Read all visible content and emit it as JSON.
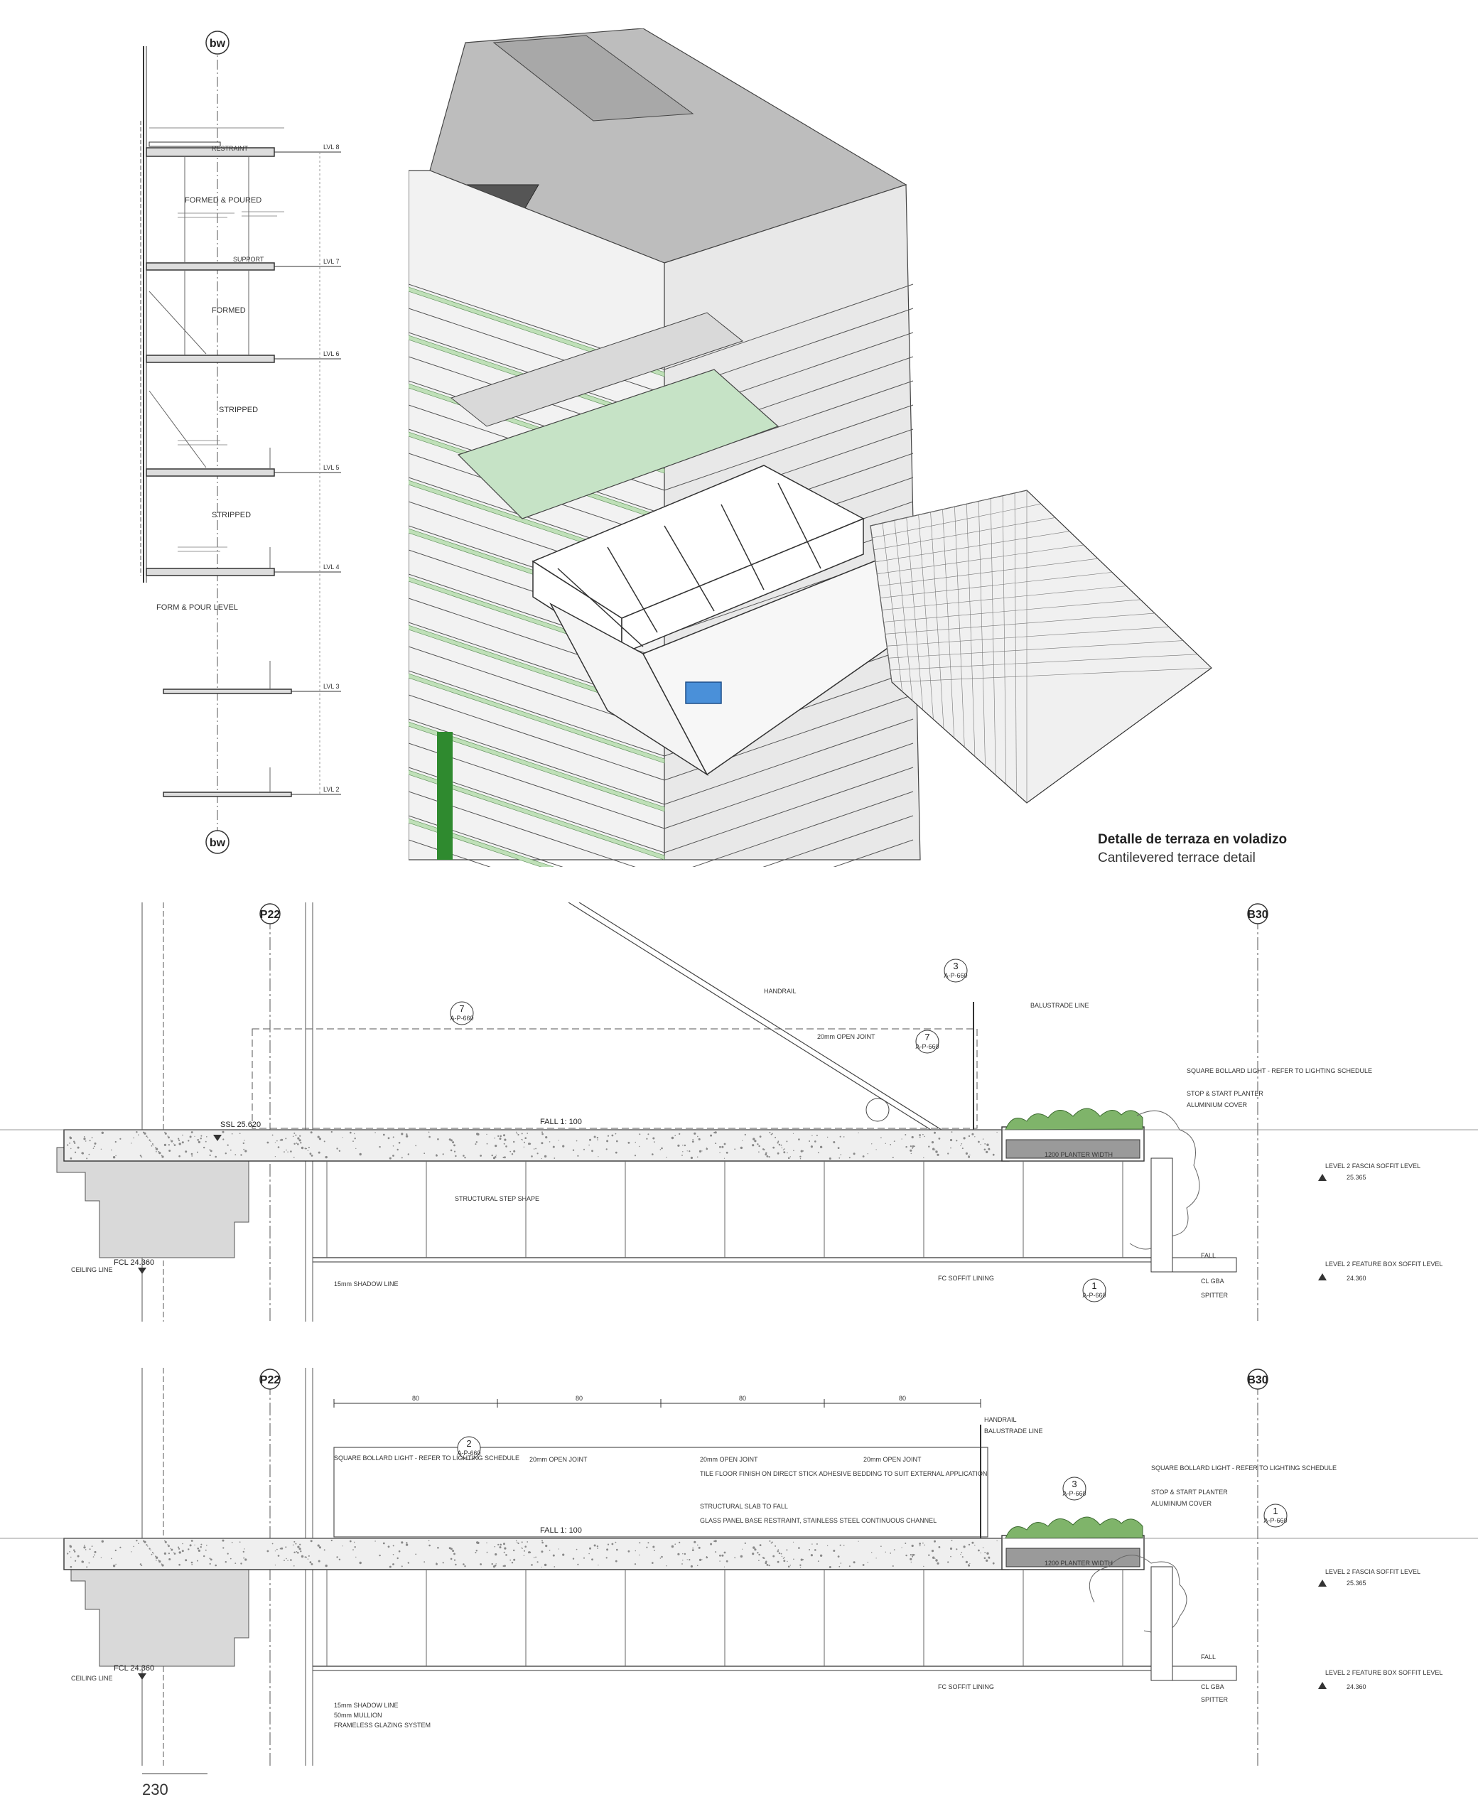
{
  "page_number": "230",
  "caption": {
    "spanish": "Detalle de terraza en voladizo",
    "english": "Cantilevered terrace detail"
  },
  "colors": {
    "line": "#333333",
    "planting_green": "#7fb46a",
    "terrace_green": "#c6e3c6",
    "pool_blue": "#4a90d9",
    "concrete_grey": "#d9d9d9"
  },
  "wall_section": {
    "grid_label": "bw",
    "stages": [
      "FORMED & POURED",
      "FORMED",
      "STRIPPED",
      "STRIPPED",
      "FORM & POUR LEVEL"
    ],
    "notes": [
      "RESTRAINT",
      "SUPPORT"
    ],
    "level_tags": [
      "LVL 8",
      "LVL 7",
      "LVL 6",
      "LVL 5",
      "LVL 4",
      "LVL 3",
      "LVL 2"
    ]
  },
  "section_top": {
    "grid_left": "P22",
    "grid_right": "B30",
    "detail_callouts": [
      "7",
      "7",
      "3",
      "1"
    ],
    "callout_ref": "A-P-660",
    "fall": "FALL 1: 100",
    "ssl": "SSL 25.620",
    "ceiling": "CEILING LINE",
    "fcl": "FCL 24.360",
    "labels": {
      "handrail": "HANDRAIL",
      "open_joint": "20mm OPEN JOINT",
      "balustrade": "BALUSTRADE LINE",
      "bollard": "SQUARE BOLLARD LIGHT - REFER TO LIGHTING SCHEDULE",
      "stop_start": "STOP & START PLANTER",
      "alu_cover": "ALUMINIUM COVER",
      "planter": "1200 PLANTER WIDTH",
      "structural": "STRUCTURAL STEP SHAPE",
      "shadow": "15mm SHADOW LINE",
      "soffit": "FC SOFFIT LINING",
      "fascia": "LEVEL 2 FASCIA SOFFIT LEVEL",
      "feature": "LEVEL 2 FEATURE BOX SOFFIT LEVEL",
      "fascia_value": "25.365",
      "feature_value": "24.360",
      "fall_label": "FALL",
      "spitter": "SPITTER",
      "cl_gl": "CL GBA"
    }
  },
  "section_bottom": {
    "grid_left": "P22",
    "grid_right": "B30",
    "detail_callouts": [
      "2",
      "3",
      "1"
    ],
    "callout_ref": "A-P-660",
    "fall": "FALL 1: 100",
    "fcl": "FCL 24.360",
    "ceiling": "CEILING LINE",
    "dims": [
      "80",
      "80",
      "80",
      "80"
    ],
    "labels": {
      "handrail": "HANDRAIL",
      "balustrade": "BALUSTRADE LINE",
      "open_joint": "20mm OPEN JOINT",
      "tile": "TILE FLOOR FINISH ON DIRECT STICK ADHESIVE BEDDING TO SUIT EXTERNAL APPLICATION",
      "structural": "STRUCTURAL SLAB TO FALL",
      "glass": "GLASS PANEL BASE RESTRAINT, STAINLESS STEEL CONTINUOUS CHANNEL",
      "bollard": "SQUARE BOLLARD LIGHT - REFER TO LIGHTING SCHEDULE",
      "stop_start": "STOP & START PLANTER",
      "alu_cover": "ALUMINIUM COVER",
      "planter": "1200 PLANTER WIDTH",
      "shadow": "15mm SHADOW LINE",
      "mullion": "50mm MULLION",
      "glazing": "FRAMELESS GLAZING SYSTEM",
      "soffit": "FC SOFFIT LINING",
      "fascia": "LEVEL 2 FASCIA SOFFIT LEVEL",
      "feature": "LEVEL 2 FEATURE BOX SOFFIT LEVEL",
      "fascia_value": "25.365",
      "feature_value": "24.360",
      "fall_label": "FALL",
      "spitter": "SPITTER",
      "cl_gl": "CL GBA"
    }
  }
}
